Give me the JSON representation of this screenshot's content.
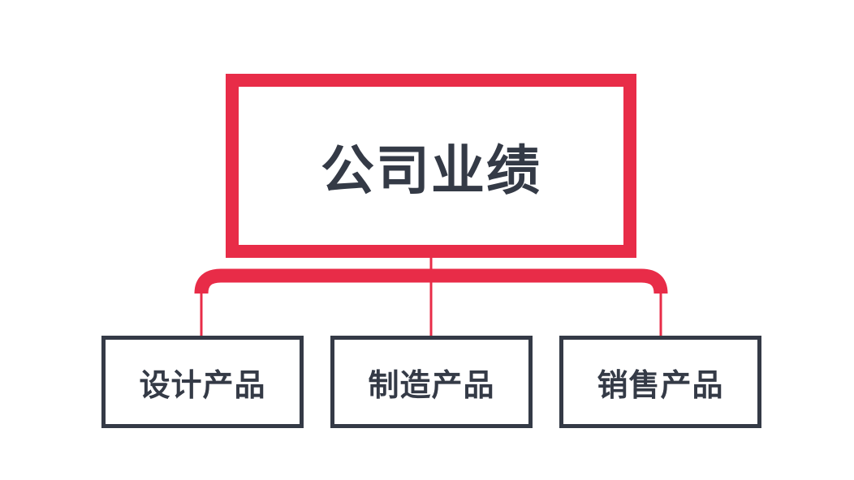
{
  "diagram": {
    "root": {
      "label": "公司业绩"
    },
    "children": [
      {
        "label": "设计产品"
      },
      {
        "label": "制造产品"
      },
      {
        "label": "销售产品"
      }
    ]
  },
  "colors": {
    "accent": "#e82c48",
    "text": "#343a46",
    "child_border": "#343a46",
    "background": "#ffffff"
  }
}
